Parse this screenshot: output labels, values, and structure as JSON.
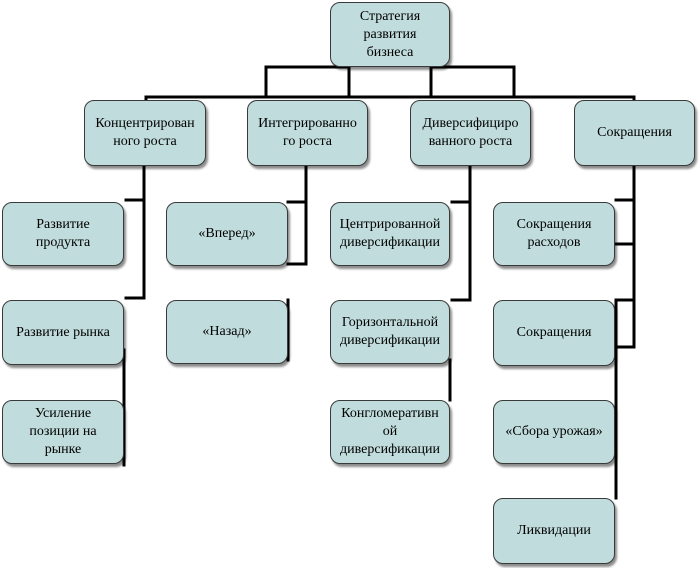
{
  "diagram": {
    "root": {
      "label": "Стратегия\nразвития\nбизнеса"
    },
    "branches": [
      {
        "label": "Концентрирован\nного роста",
        "children": [
          "Развитие\nпродукта",
          "Развитие рынка",
          "Усиление\nпозиции на\nрынке"
        ]
      },
      {
        "label": "Интегрированно\nго роста",
        "children": [
          "«Вперед»",
          "«Назад»"
        ]
      },
      {
        "label": "Диверсифициро\nванного  роста",
        "children": [
          "Центрированной\nдиверсификации",
          "Горизонтальной\nдиверсификации",
          "Конгломеративн\nой\nдиверсификации"
        ]
      },
      {
        "label": "Сокращения",
        "children": [
          "Сокращения\nрасходов",
          "Сокращения",
          "«Сбора урожая»",
          "Ликвидации"
        ]
      }
    ]
  },
  "colors": {
    "box_fill": "#c0dcdc",
    "box_border": "#3a3a3a",
    "connector": "#000000"
  }
}
